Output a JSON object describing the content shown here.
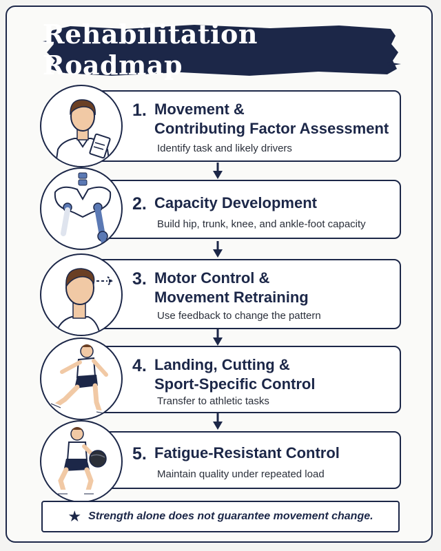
{
  "title": "Rehabilitation Roadmap",
  "steps": [
    {
      "number": "1.",
      "title_lines": [
        "Movement &",
        "Contributing Factor Assessment"
      ],
      "description": "Identify task and likely drivers",
      "icon": "clinician-clipboard-icon"
    },
    {
      "number": "2.",
      "title_lines": [
        "Capacity Development"
      ],
      "description": "Build hip, trunk, knee, and ankle-foot capacity",
      "icon": "pelvis-leg-skeleton-icon"
    },
    {
      "number": "3.",
      "title_lines": [
        "Motor Control &",
        "Movement Retraining"
      ],
      "description": "Use feedback to change the pattern",
      "icon": "head-feedback-icon"
    },
    {
      "number": "4.",
      "title_lines": [
        "Landing, Cutting &",
        "Sport-Specific Control"
      ],
      "description": "Transfer to athletic tasks",
      "icon": "athlete-cutting-icon"
    },
    {
      "number": "5.",
      "title_lines": [
        "Fatigue-Resistant Control"
      ],
      "description": "Maintain quality under repeated load",
      "icon": "squat-medicine-ball-icon"
    }
  ],
  "footer": {
    "icon": "star-icon",
    "text": "Strength alone does not guarantee movement change."
  },
  "colors": {
    "navy": "#1c2748",
    "bone_blue": "#5b79b4",
    "skin": "#f1c9a5"
  }
}
